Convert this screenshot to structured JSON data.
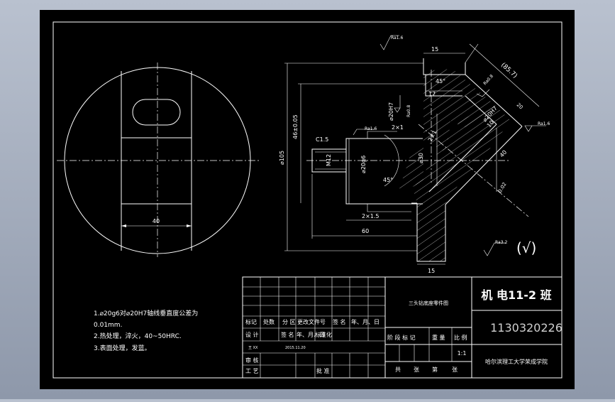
{
  "sheet": {
    "background_color": "#000000",
    "line_color": "#ffffff",
    "frame_color": "#9aa3b3"
  },
  "left_view": {
    "dim_width": "40"
  },
  "section_view": {
    "dim_length_15_top": "15",
    "dim_chamfer_45": "45°",
    "dim_17": "17",
    "dim_46": "46±0.05",
    "dim_dia105": "⌀105",
    "dim_c15": "C1.5",
    "dim_m12": "M12",
    "dim_dia20g6": "⌀20g6",
    "dim_groove_top": "2×1",
    "dim_dia20h7": "⌀20H7",
    "dim_dia30": "⌀30",
    "dim_2x1_diag": "2×1",
    "dim_45_lower": "45°",
    "dim_groove_bottom": "2×1.5",
    "dim_60": "60",
    "dim_15_bottom": "15",
    "dim_85_7": "(85.7)",
    "dim_20": "20",
    "dim_dia20h7_diag": "⌀20H7",
    "dim_10": "10",
    "dim_40_diag": "40",
    "dim_0_02": "0.02",
    "ra_labels": [
      "Ra1.6",
      "Ra0.8",
      "Ra1.6",
      "Ra0.8",
      "Ra1.6",
      "Ra3.2"
    ],
    "general_roughness_symbol": "(√)"
  },
  "notes": [
    "1.⌀20g6对⌀20H7轴线垂直度公差为",
    "0.01mm.",
    "2.热处理，淬火，40~50HRC.",
    "3.表面处理，发蓝。"
  ],
  "title_block": {
    "drawing_name": "三头钻底座零件图",
    "class_label": "机 电11-2 班",
    "student_id": "1130320226",
    "school": "哈尔滨理工大学荣成学院",
    "scale": "1:1",
    "row_headers": [
      "标记",
      "处数",
      "分 区",
      "更改文件号",
      "签 名",
      "年、月、日"
    ],
    "design_row": [
      "设 计",
      "签 名",
      "年、月、日",
      "标准化"
    ],
    "designer": "王 XX",
    "design_date": "2015.11.20",
    "stage_labels": [
      "阶 段 标 记",
      "重 量",
      "比 例"
    ],
    "review": "审 核",
    "process": "工 艺",
    "approve": "批 准",
    "sheet_info": [
      "共",
      "张",
      "第",
      "张"
    ]
  }
}
